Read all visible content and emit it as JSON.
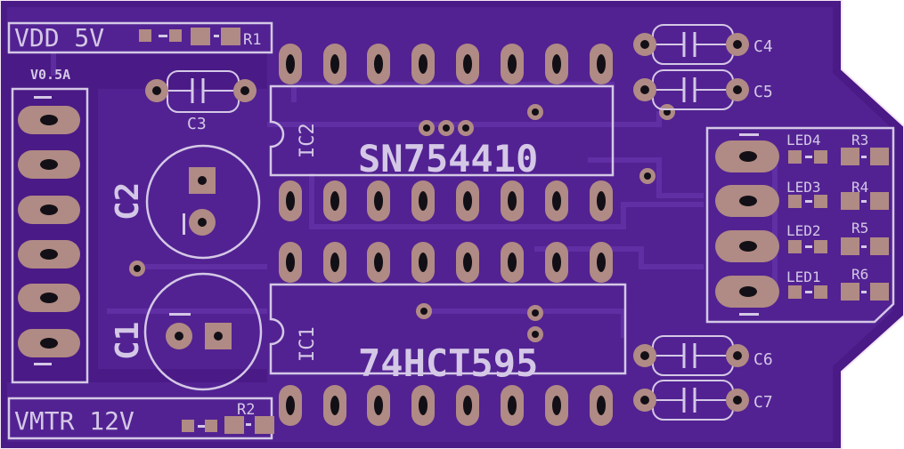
{
  "board": {
    "colors": {
      "substrate": "#4a1a86",
      "copper": "#5a2a9c",
      "trace": "#5e2ea2",
      "silk": "#d4c8e6",
      "pad": "#b08a84",
      "hole": "#121016"
    }
  },
  "labels": {
    "vdd": "VDD 5V",
    "r1": "R1",
    "current": "V0.5A",
    "c3": "C3",
    "c4": "C4",
    "c5": "C5",
    "ic2": "IC2",
    "ic2_part": "SN754410",
    "c2": "C2",
    "c1": "C1",
    "ic1": "IC1",
    "ic1_part": "74HCT595",
    "led4": "LED4",
    "r3": "R3",
    "led3": "LED3",
    "r4": "R4",
    "led2": "LED2",
    "r5": "R5",
    "led1": "LED1",
    "r6": "R6",
    "c6": "C6",
    "c7": "C7",
    "vmtr": "VMTR 12V",
    "r2": "R2"
  }
}
